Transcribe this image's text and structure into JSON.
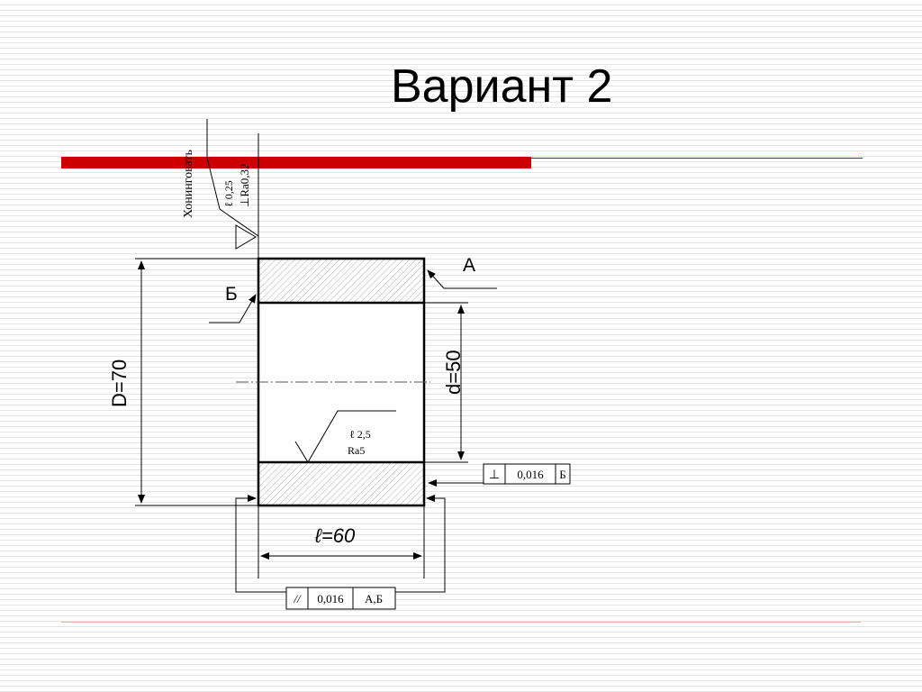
{
  "slide": {
    "title": "Вариант 2"
  },
  "drawing": {
    "honing_note": "Хонинговать",
    "top_roughness": {
      "l_value": "ℓ 0,25",
      "ra_value": "⊥Rа0,32"
    },
    "datum_a": "А",
    "datum_b": "Б",
    "outer_diameter": "D=70",
    "inner_diameter": "d=50",
    "length": "ℓ=60",
    "bore_roughness": {
      "l_value": "ℓ 2,5",
      "ra_value": "Ra5"
    },
    "perpendicularity": {
      "symbol": "⊥",
      "tolerance": "0,016",
      "datum": "Б"
    },
    "parallelism": {
      "symbol": "//",
      "tolerance": "0,016",
      "datum": "А,Б"
    }
  }
}
